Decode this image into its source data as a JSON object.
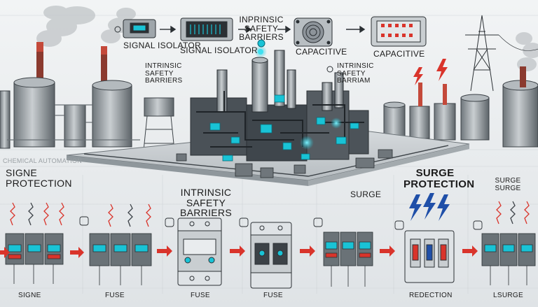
{
  "labels": {
    "signal_isolator_1": "Signal isolator",
    "signal_isolator_2": "Signal isolator",
    "intrinsic_top": "Inprinsic safety barriers",
    "capacitive_1": "Capacitive",
    "capacitive_2": "Capacitive",
    "intrinsic_left": "Intrinsic safety barriers",
    "intrinsic_right": "Intrinsic safety barriam",
    "chemical_automation": "Chemical automation",
    "signe_protection": "Signe protection",
    "intrinsic_middle": "Intrinsic safety barriers",
    "surge_middle": "Surge",
    "surge_protection": "Surge protection",
    "surge_surge": "Surge surge",
    "bottom_signe": "Signe",
    "bottom_fuse_1": "Fuse",
    "bottom_fuse_2": "Fuse",
    "bottom_fuse_3": "Fuse",
    "bottom_redection": "Redection",
    "bottom_lsurge": "Lsurge"
  },
  "colors": {
    "background": "#e9ecee",
    "accent_cyan": "#19c3d6",
    "warning_red": "#d9342b",
    "surge_blue": "#1f4fa8",
    "metal_grey": "#7d858b",
    "dark_metal": "#3c4247"
  },
  "icons": [
    "smoke-plume-icon",
    "lightning-bolt-icon",
    "power-pylon-icon",
    "arrow-right-icon",
    "fuse-symbol-icon"
  ]
}
